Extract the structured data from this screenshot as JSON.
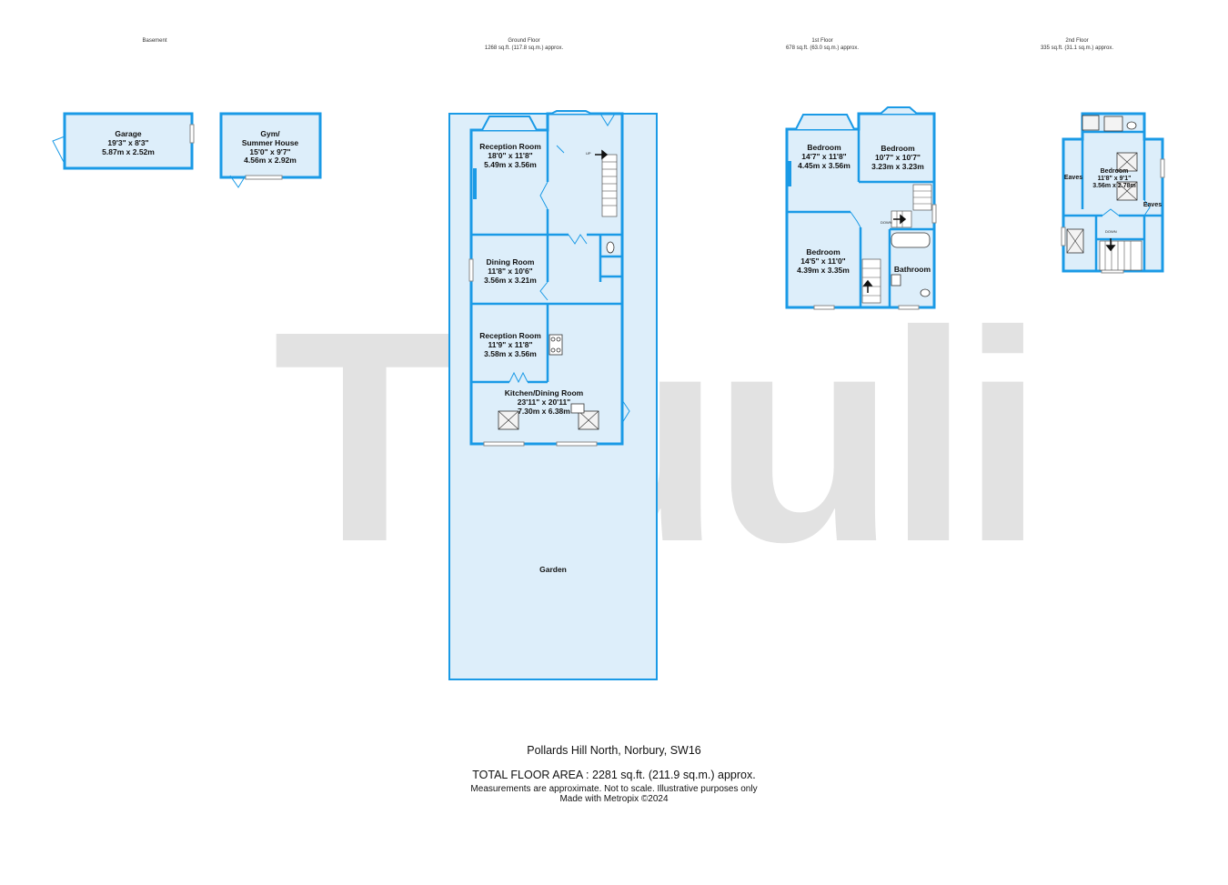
{
  "floors": {
    "basement": {
      "title": "Basement",
      "area": ""
    },
    "ground": {
      "title": "Ground Floor",
      "area": "1268 sq.ft. (117.8 sq.m.) approx."
    },
    "first": {
      "title": "1st Floor",
      "area": "678 sq.ft. (63.0 sq.m.) approx."
    },
    "second": {
      "title": "2nd Floor",
      "area": "335 sq.ft. (31.1 sq.m.) approx."
    }
  },
  "rooms": {
    "garage": {
      "name": "Garage",
      "imperial": "19'3\"  x 8'3\"",
      "metric": "5.87m  x 2.52m"
    },
    "gym": {
      "name": "Gym/",
      "name2": "Summer House",
      "imperial": "15'0\"  x 9'7\"",
      "metric": "4.56m  x 2.92m"
    },
    "reception1": {
      "name": "Reception Room",
      "imperial": "18'0\"  x 11'8\"",
      "metric": "5.49m  x 3.56m"
    },
    "dining": {
      "name": "Dining Room",
      "imperial": "11'8\"  x 10'6\"",
      "metric": "3.56m  x 3.21m"
    },
    "reception2": {
      "name": "Reception Room",
      "imperial": "11'9\"  x 11'8\"",
      "metric": "3.58m  x 3.56m"
    },
    "kitchen": {
      "name": "Kitchen/Dining Room",
      "imperial": "23'11\"  x 20'11\"",
      "metric": "7.30m  x 6.38m"
    },
    "garden": {
      "name": "Garden"
    },
    "bedroom1": {
      "name": "Bedroom",
      "imperial": "14'7\"  x 11'8\"",
      "metric": "4.45m  x 3.56m"
    },
    "bedroom2": {
      "name": "Bedroom",
      "imperial": "10'7\"  x 10'7\"",
      "metric": "3.23m  x 3.23m"
    },
    "bedroom3": {
      "name": "Bedroom",
      "imperial": "14'5\"  x 11'0\"",
      "metric": "4.39m  x 3.35m"
    },
    "bathroom": {
      "name": "Bathroom"
    },
    "bedroom4": {
      "name": "Bedroom",
      "imperial": "11'8\"  x 9'1\"",
      "metric": "3.56m  x 2.78m"
    },
    "eaves_left": {
      "name": "Eaves"
    },
    "eaves_right": {
      "name": "Eaves"
    }
  },
  "markers": {
    "up": "UP",
    "down": "DOWN"
  },
  "watermark": "Truuli",
  "footer": {
    "address": "Pollards Hill North, Norbury, SW16",
    "total": "TOTAL FLOOR AREA : 2281 sq.ft. (211.9 sq.m.) approx.",
    "disclaimer": "Measurements are approximate.  Not to scale.  Illustrative purposes only",
    "credit": "Made with Metropix ©2024"
  },
  "colors": {
    "wall": "#1a9ae6",
    "fill": "#ddeefa",
    "text": "#111111"
  }
}
